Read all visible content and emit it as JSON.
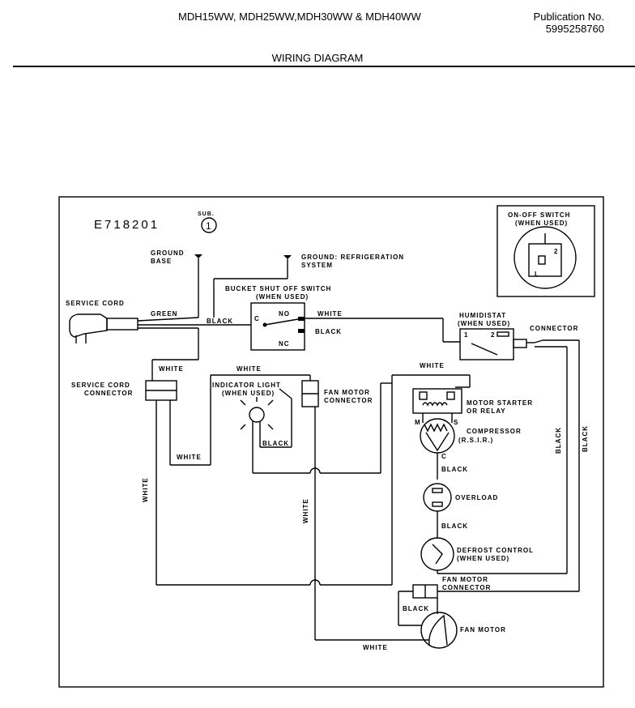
{
  "header": {
    "models": "MDH15WW, MDH25WW,MDH30WW & MDH40WW",
    "publication_label": "Publication No.",
    "publication_number": "5995258760",
    "title": "WIRING DIAGRAM"
  },
  "diagram": {
    "code": "E718201",
    "sub_label": "SUB.",
    "sub_number": "1",
    "onoff": {
      "line1": "ON-OFF SWITCH",
      "line2": "(WHEN USED)",
      "terminal_2": "2",
      "terminal_l": "L"
    },
    "ground_base": {
      "line1": "GROUND",
      "line2": "BASE"
    },
    "ground_refrig": {
      "line1": "GROUND: REFRIGERATION",
      "line2": "SYSTEM"
    },
    "service_cord": "SERVICE CORD",
    "bucket_switch": {
      "line1": "BUCKET SHUT OFF SWITCH",
      "line2": "(WHEN USED)",
      "c": "C",
      "no": "NO",
      "nc": "NC"
    },
    "humidistat": {
      "line1": "HUMIDISTAT",
      "line2": "(WHEN USED)",
      "t1": "1",
      "t2": "2"
    },
    "connector": "CONNECTOR",
    "service_cord_connector": {
      "line1": "SERVICE CORD",
      "line2": "CONNECTOR"
    },
    "indicator_light": {
      "line1": "INDICATOR LIGHT",
      "line2": "(WHEN USED)"
    },
    "fan_motor_connector_top": {
      "line1": "FAN MOTOR",
      "line2": "CONNECTOR"
    },
    "motor_starter": {
      "line1": "MOTOR STARTER",
      "line2": "OR RELAY"
    },
    "compressor": {
      "line1": "COMPRESSOR",
      "line2": "(R.S.I.R.)",
      "m": "M",
      "s": "S",
      "c": "C"
    },
    "overload": "OVERLOAD",
    "defrost": {
      "line1": "DEFROST CONTROL",
      "line2": "(WHEN USED)"
    },
    "fan_motor_connector_bottom": {
      "line1": "FAN MOTOR",
      "line2": "CONNECTOR"
    },
    "fan_motor": "FAN MOTOR",
    "wires": {
      "green": "GREEN",
      "black": "BLACK",
      "white": "WHITE"
    }
  }
}
